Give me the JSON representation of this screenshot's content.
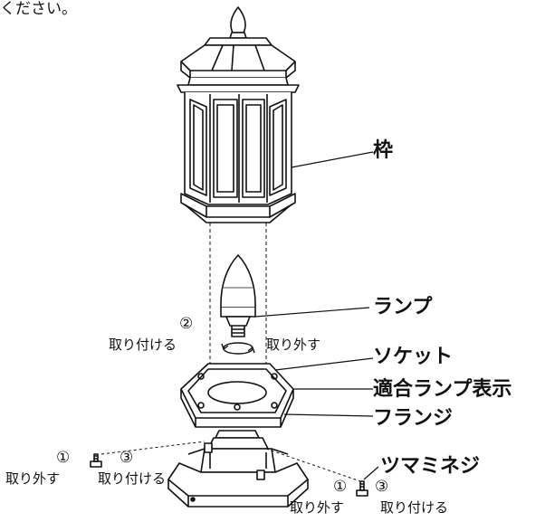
{
  "top_text": "ください。",
  "parts": {
    "frame": "枠",
    "lamp": "ランプ",
    "socket": "ソケット",
    "lamp_indicator": "適合ランプ表示",
    "flange": "フランジ",
    "knob_screw": "ツマミネジ"
  },
  "steps": {
    "num_1": "①",
    "num_2": "②",
    "num_3": "③",
    "attach": "取り付ける",
    "remove": "取り外す"
  }
}
